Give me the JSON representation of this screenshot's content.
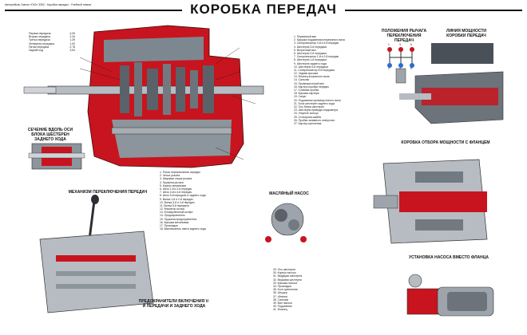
{
  "poster": {
    "title": "КОРОБКА ПЕРЕДАЧ",
    "credit": "Автомобиль Газель «ГАЗ» 3302 ◦ Коробка передач ◦ Учебный плакат"
  },
  "gear_ratios": [
    {
      "name": "Первая передача",
      "value": "4,05"
    },
    {
      "name": "Вторая передача",
      "value": "2,34"
    },
    {
      "name": "Третья передача",
      "value": "1,39"
    },
    {
      "name": "Четвертая передача",
      "value": "1,00"
    },
    {
      "name": "Пятая передача",
      "value": "0,78"
    },
    {
      "name": "Задний ход",
      "value": "3,54"
    }
  ],
  "section_labels": {
    "reverse_section": "СЕЧЕНИЕ ВДОЛЬ ОСИ БЛОКА ШЕСТЕРЕН ЗАДНЕГО ХОДА",
    "shift_mechanism": "МЕХАНИЗМ ПЕРЕКЛЮЧЕНИЯ ПЕРЕДАЧ",
    "fuse": "ПРЕДОХРАНИТЕЛИ ВКЛЮЧЕНИЯ V-Й ПЕРЕДАЧИ И ЗАДНЕГО ХОДА",
    "lever_positions": "ПОЛОЖЕНИЯ РЫЧАГА ПЕРЕКЛЮЧЕНИЯ ПЕРЕДАЧ",
    "pto_box": "КОРОБКА ОТБОРА МОЩНОСТИ С ФЛАНЦЕМ",
    "pto_line": "ЛИНИЯ МОЩНОСТИ КОРОБКИ ПЕРЕДАЧ",
    "oil_pump": "МАСЛЯНЫЙ НАСОС",
    "pump_install": "УСТАНОВКА НАСОСА ВМЕСТО ФЛАНЦА"
  },
  "shift_pattern": [
    "1",
    "2",
    "3",
    "4",
    "5",
    "R"
  ],
  "legend_main": [
    "1. Первичный вал",
    "2. Крышка подшипника первичного вала",
    "3. Синхронизатор 3-й и 4-й передач",
    "4. Шестерня 3-й передачи",
    "5. Вторичный вал",
    "6. Шестерня 2-й передачи",
    "7. Синхронизатор 1-й и 2-й передач",
    "8. Шестерня 1-й передачи",
    "9. Шестерня заднего хода",
    "10. Шестерня 5-й передачи",
    "11. Синхронизатор 5-й передачи",
    "12. Задняя крышка",
    "13. Фланец вторичного вала",
    "14. Сальник",
    "15. Промежуточный вал",
    "16. Картер коробки передач",
    "17. Сливная пробка",
    "18. Крышка картера",
    "19. Сапун",
    "20. Подшипник промежуточного вала",
    "21. Блок шестерен заднего хода",
    "22. Ось блока шестерен",
    "23. Шестерня привода спидометра",
    "24. Упорное кольцо",
    "25. Стопорная шайба",
    "26. Пробка заливного отверстия",
    "27. Картер сцепления"
  ],
  "legend_shift": [
    "1. Рычаг переключения передач",
    "2. Чехол рычага",
    "3. Шаровая опора рычага",
    "4. Пружина рычага",
    "5. Корпус механизма",
    "6. Шток 1-й и 2-й передач",
    "7. Шток 3-й и 4-й передач",
    "8. Шток 5-й передачи и заднего хода",
    "9. Вилка 1-й и 2-й передач",
    "10. Вилка 3-й и 4-й передач",
    "11. Вилка 5-й передачи",
    "12. Фиксатор штока",
    "13. Блокировочный штифт",
    "14. Предохранитель",
    "15. Пружина предохранителя",
    "16. Крышка механизма",
    "17. Прокладка",
    "18. Выключатель света заднего хода"
  ],
  "legend_pump": [
    "29. Ось шестерни",
    "30. Корпус насоса",
    "31. Ведущая шестерня",
    "32. Ведомая шестерня",
    "33. Крышка насоса",
    "34. Прокладка",
    "35. Болт крепления",
    "36. Штуцер",
    "37. Шпонка",
    "38. Сальник",
    "39. Вал насоса",
    "40. Подшипник",
    "41. Фланец"
  ],
  "colors": {
    "housing": "#c8141e",
    "metal": "#9ea4ab",
    "dark": "#2c2f33"
  }
}
